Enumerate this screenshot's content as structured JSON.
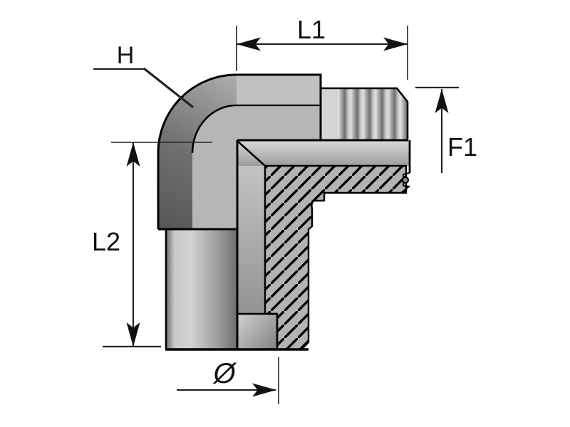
{
  "drawing": {
    "type": "technical-dimension-drawing",
    "subject": "90-degree male elbow fitting, half-section view with hatched cut",
    "labels": {
      "l1": "L1",
      "h": "H",
      "f1": "F1",
      "l2": "L2",
      "diameter": "Ø"
    },
    "colors": {
      "background": "#ffffff",
      "outline": "#000000",
      "dimension_line": "#222222",
      "label_text": "#111111",
      "body_gray": "#b5b7b6",
      "body_facet_gray": "#c0c2c1",
      "shadow_gray": "#5f5f5f",
      "highlight_gray": "#e0e0e0",
      "hatch_fill": "#b3b3b3"
    }
  }
}
